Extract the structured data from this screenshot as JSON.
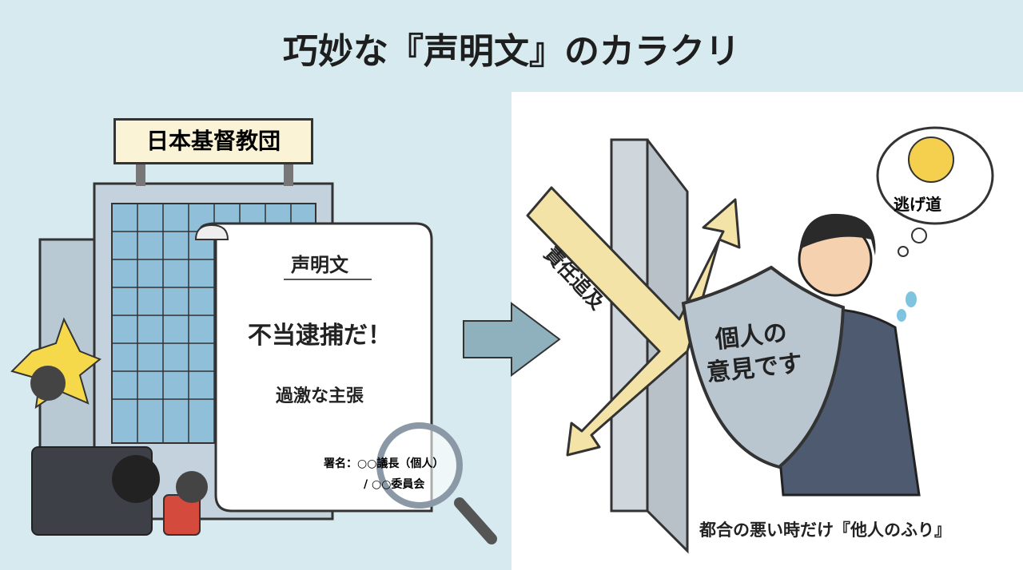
{
  "title": "巧妙な『声明文』のカラクリ",
  "building_sign": "日本基督教団",
  "document": {
    "heading": "声明文",
    "main": "不当逮捕だ！",
    "sub": "過激な主張",
    "signature_line1": "署名：○○議長（個人）",
    "signature_line2": "/ ○○委員会"
  },
  "arrow_label": "責任追及",
  "shield_label_line1": "個人の",
  "shield_label_line2": "意見です",
  "thought_bubble": "逃げ道",
  "caption": "都合の悪い時だけ『他人のふり』",
  "colors": {
    "background": "#d6eaef",
    "panel": "#ffffff",
    "arrow": "#f3e3a6",
    "shield": "#b9c6d0",
    "suit": "#4e5a70"
  }
}
